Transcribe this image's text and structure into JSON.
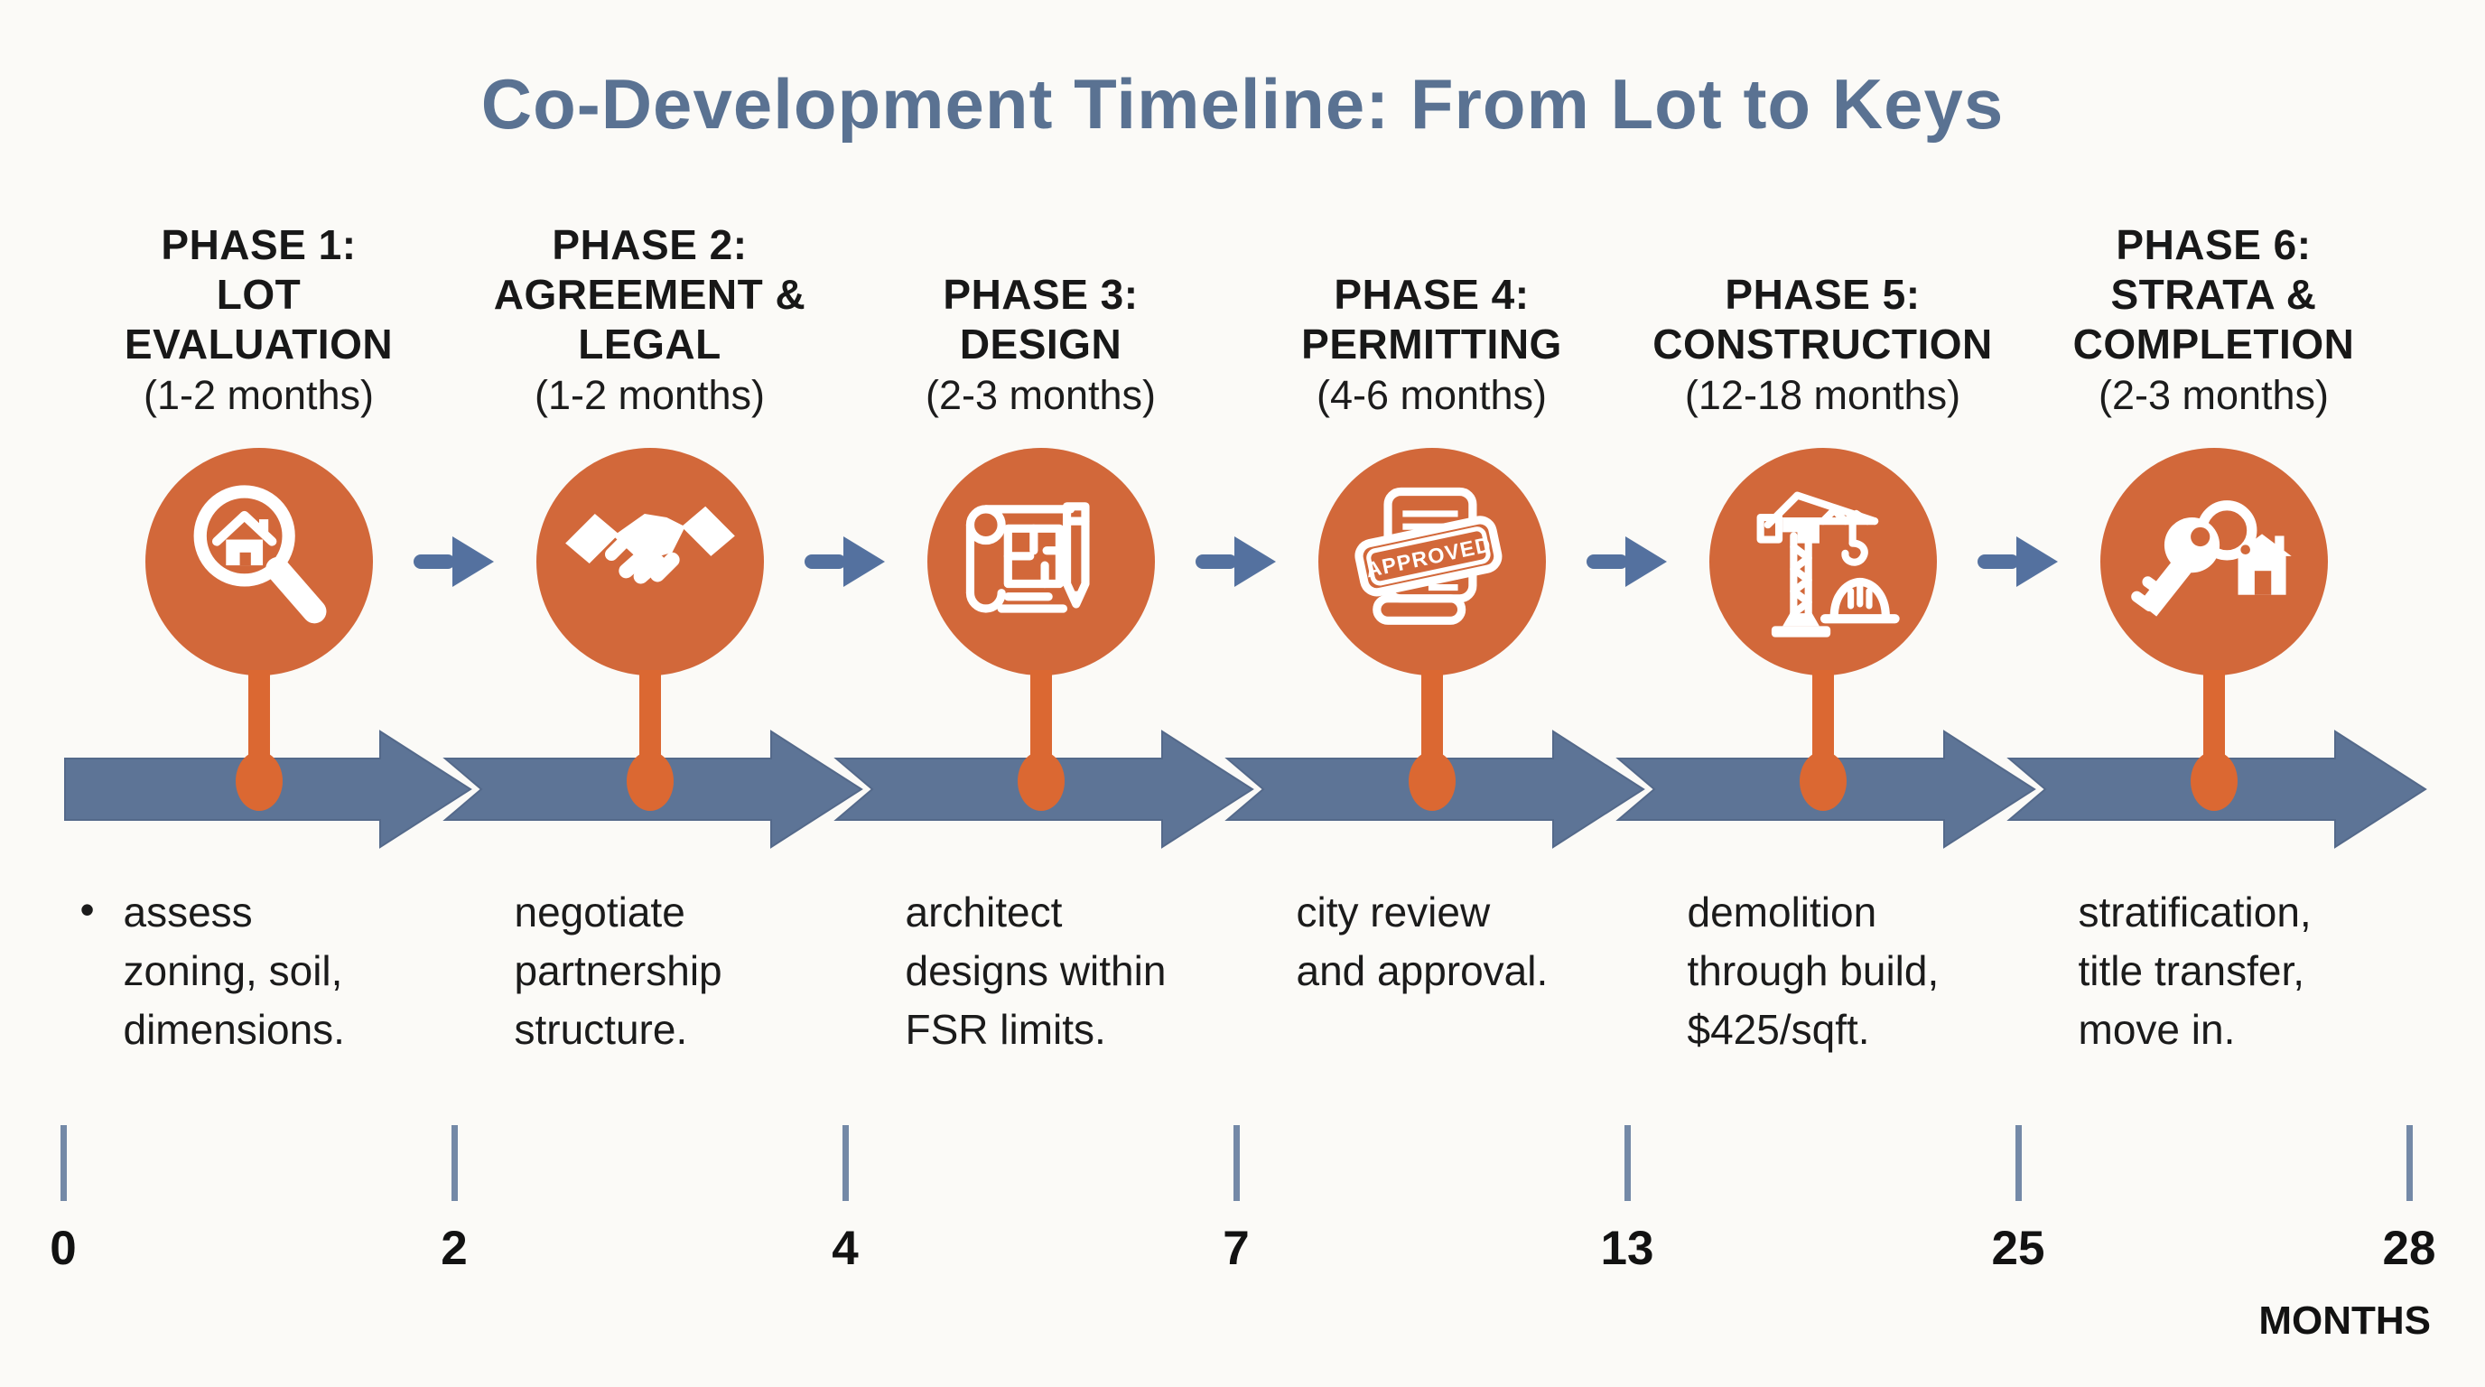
{
  "title": "Co-Development Timeline: From Lot to Keys",
  "colors": {
    "background": "#fbfaf7",
    "title_blue": "#5a7292",
    "band_blue": "#5d7496",
    "band_edge": "#54698a",
    "arrow_blue": "#54719f",
    "tick_blue": "#7489a7",
    "circle_orange": "#d2683a",
    "stem_orange": "#db6832",
    "text_dark": "#1b1b1b",
    "icon_white": "#ffffff"
  },
  "phases": [
    {
      "heading": "PHASE 1:\nLOT\nEVALUATION",
      "duration": "(1-2 months)",
      "icon": "magnifier-house-icon",
      "description": "assess\nzoning, soil,\ndimensions.",
      "bullet": "•",
      "has_bullet": true
    },
    {
      "heading": "PHASE 2:\nAGREEMENT &\nLEGAL",
      "duration": "(1-2 months)",
      "icon": "handshake-icon",
      "description": "negotiate\npartnership\nstructure.",
      "has_bullet": false
    },
    {
      "heading": "PHASE 3:\nDESIGN",
      "duration": "(2-3 months)",
      "icon": "blueprint-pencil-icon",
      "description": "architect\ndesigns within\nFSR limits.",
      "has_bullet": false
    },
    {
      "heading": "PHASE 4:\nPERMITTING",
      "duration": "(4-6 months)",
      "icon": "approved-stamp-document-icon",
      "description": "city review\nand approval.",
      "stamp_text": "APPROVED",
      "has_bullet": false
    },
    {
      "heading": "PHASE 5:\nCONSTRUCTION",
      "duration": "(12-18 months)",
      "icon": "tower-crane-hardhat-icon",
      "description": "demolition\nthrough build,\n$425/sqft.",
      "has_bullet": false
    },
    {
      "heading": "PHASE 6:\nSTRATA &\nCOMPLETION",
      "duration": "(2-3 months)",
      "icon": "keys-house-keychain-icon",
      "description": "stratification,\ntitle transfer,\nmove in.",
      "has_bullet": false
    }
  ],
  "axis": {
    "tick_labels": [
      "0",
      "2",
      "4",
      "7",
      "13",
      "25",
      "28"
    ],
    "unit_label": "MONTHS"
  }
}
